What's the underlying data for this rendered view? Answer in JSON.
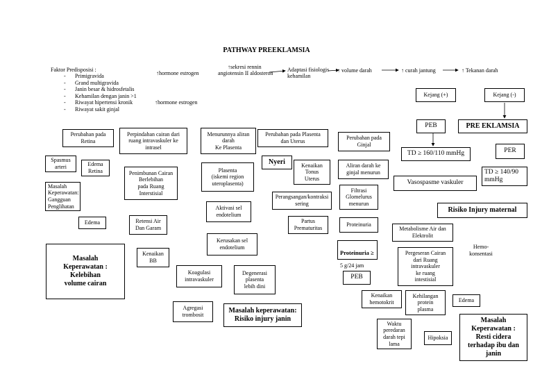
{
  "title": "PATHWAY PREEKLAMSIA",
  "faktor": {
    "heading": "Faktor Predisposisi :",
    "items": [
      "Primigravida",
      "Grand multigravida",
      "Janin besar & hidrosfetalis",
      "Kehamilan dengan janin >1",
      "Riwayat hipertensi kronik",
      "Riwayat sakit ginjal"
    ]
  },
  "flow": {
    "hormone_1": "↑hormone estrogen",
    "sekresi_1": "↑sekresi rennin",
    "sekresi_2": "angiotensin II aldosteron",
    "adaptasi_1": "Adaptasi fisiologis",
    "adaptasi_2": "kehamilan",
    "volume": "↑ volume darah",
    "curah": "↑ curah jantung",
    "tekanan": "↑ Tekanan darah",
    "hormone_2": "↑hormone estrogen"
  },
  "boxes": {
    "kejang_pos": "Kejang (+)",
    "kejang_neg": "Kejang (-)",
    "peb_top": "PEB",
    "pre_eklamsia": "PRE EKLAMSIA",
    "td_160": "TD ≥ 160/110 mmHg",
    "per": "PER",
    "td_140": "TD ≥ 140/90\nmmHg",
    "vasospasme": "Vasospasme  vaskuler",
    "risiko_injury_maternal": "Risiko Injury maternal",
    "perubahan_retina": "Perubahan pada\nRetina",
    "perpindahan_cairan": "Perpindahan cairan dari\nruang intravaskuler ke\nintrasel",
    "menurunnya_aliran": "Menurunnya aliran\ndarah\nKe Plasenta",
    "perubahan_plasenta": "Perubahan pada Plasenta\ndan Uterus",
    "perubahan_ginjal": "Perubahan pada\nGinjal",
    "spasmus": "Spasmus\narteri",
    "edema_retina": "Edema\nRetina",
    "penimbunan": "Penimbunan Cairan\nBerlebihan\npada Ruang\nInterstisial",
    "plasenta_iskemi": "Plasenta\n(iskemi region\nuteroplasenta)",
    "nyeri": "Nyeri",
    "kenaikan_tonus": "Kenaikan\nTonus\nUterus",
    "aliran_ginjal": "Aliran darah ke\nginjal menurun",
    "masalah_penglihatan": "Masalah\nKeperawatan:\nGangguan\nPenglihatan",
    "perangsangan": "Perangsangan/kontraksi\nsering",
    "filtrasi": "Filtrasi\nGlomelurus\nmenurun",
    "aktivasi": "Aktivasi sel\nendotelium",
    "edema_1": "Edema",
    "retensi": "Retensi Air\nDan Garam",
    "partus": "Partus\nPrematuritas",
    "proteinuria": "Proteinuria",
    "metabolisme": "Metabolisme Air dan\nElektrolit",
    "kerusakan": "Kerusakan sel\nendotelium",
    "proteinuria_5g_1": "Proteinuria ≥",
    "proteinuria_5g_2": "5 g/24 jam",
    "hemokonsentasi": "Hemo-\nkonsentasi",
    "masalah_kelebihan": "Masalah\nKeperawatan :\nKelebihan\nvolume cairan",
    "kenaikan_bb": "Kenaikan\nBB",
    "pergeseran": "Pergeseran Cairan\ndari Ruang\nintravaskuler\nke ruang\nintestisial",
    "koagulasi": "Koagulasi\nintravaskuler",
    "degenerasi": "Degenerasi\nplasenta\nlebih dini",
    "peb_mid": "PEB",
    "kenaikan_hemotokrit": "Kenaikan\nhemotokrit",
    "kehilangan_protein": "Kehilangan\nprotein\nplasma",
    "edema_2": "Edema",
    "agregasi": "Agregasi\ntrombosit",
    "masalah_janin": "Masalah keperawatan:\nRisiko injury janin",
    "waktu_peredaran": "Waktu\nperedaran\ndarah tepi\nlama",
    "hipoksia": "Hipoksia",
    "masalah_resti": "Masalah\nKeperawatan :\nResti cidera\nterhadap ibu dan\njanin"
  }
}
